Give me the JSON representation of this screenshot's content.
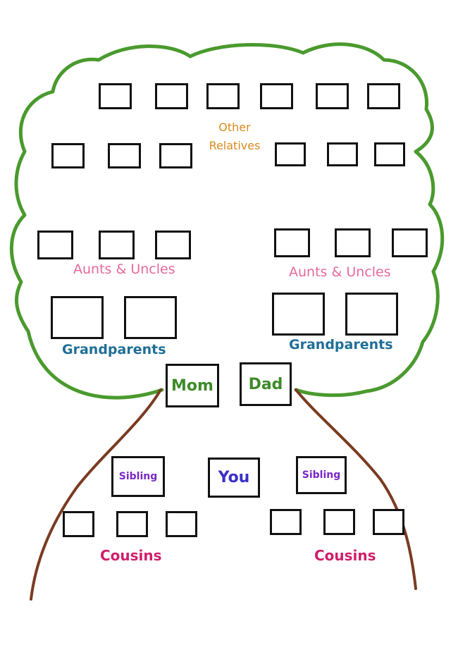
{
  "labels": {
    "other_relatives_line1": "Other",
    "other_relatives_line2": "Relatives",
    "aunts_uncles_left": "Aunts & Uncles",
    "aunts_uncles_right": "Aunts & Uncles",
    "grandparents_left": "Grandparents",
    "grandparents_right": "Grandparents",
    "mom": "Mom",
    "dad": "Dad",
    "sibling_left": "Sibling",
    "you": "You",
    "sibling_right": "Sibling",
    "cousins_left": "Cousins",
    "cousins_right": "Cousins"
  },
  "colors": {
    "canopy": "#4a9a2e",
    "trunk": "#7a3b22",
    "other_relatives": "#d98a1e",
    "aunts_uncles": "#e6699b",
    "grandparents": "#1f6f96",
    "parents": "#3f8a2a",
    "sibling": "#7a27c7",
    "you": "#3a2fc9",
    "cousins": "#cf1f6b"
  }
}
